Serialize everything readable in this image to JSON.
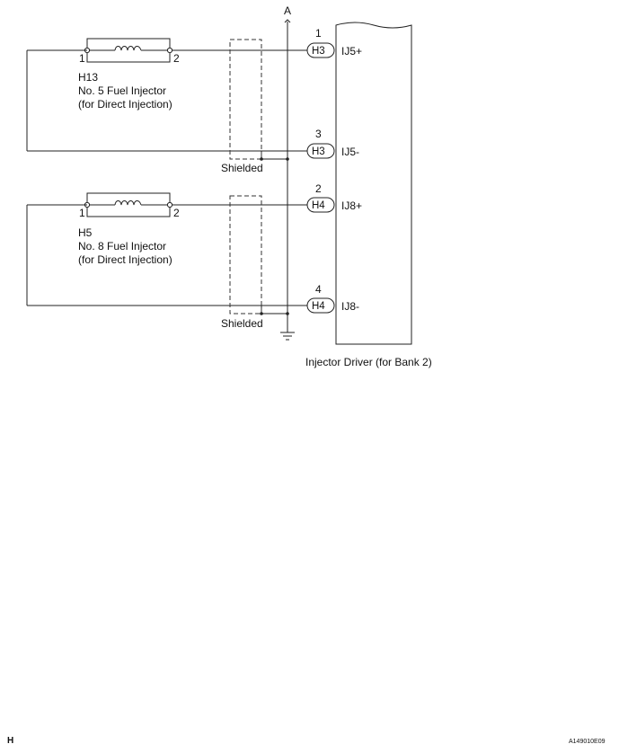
{
  "bus_label": "A",
  "injector_upper": {
    "ref": "H13",
    "name": "No. 5 Fuel Injector",
    "sub": "(for Direct Injection)",
    "pin_left": "1",
    "pin_right": "2"
  },
  "injector_lower": {
    "ref": "H5",
    "name": "No. 8 Fuel Injector",
    "sub": "(for Direct Injection)",
    "pin_left": "1",
    "pin_right": "2"
  },
  "shield_label_upper": "Shielded",
  "shield_label_lower": "Shielded",
  "terminals": [
    {
      "pin": "1",
      "connector": "H3",
      "signal": "IJ5+"
    },
    {
      "pin": "3",
      "connector": "H3",
      "signal": "IJ5-"
    },
    {
      "pin": "2",
      "connector": "H4",
      "signal": "IJ8+"
    },
    {
      "pin": "4",
      "connector": "H4",
      "signal": "IJ8-"
    }
  ],
  "driver_label": "Injector Driver (for Bank 2)",
  "footer_left": "H",
  "footer_right": "A149010E09"
}
